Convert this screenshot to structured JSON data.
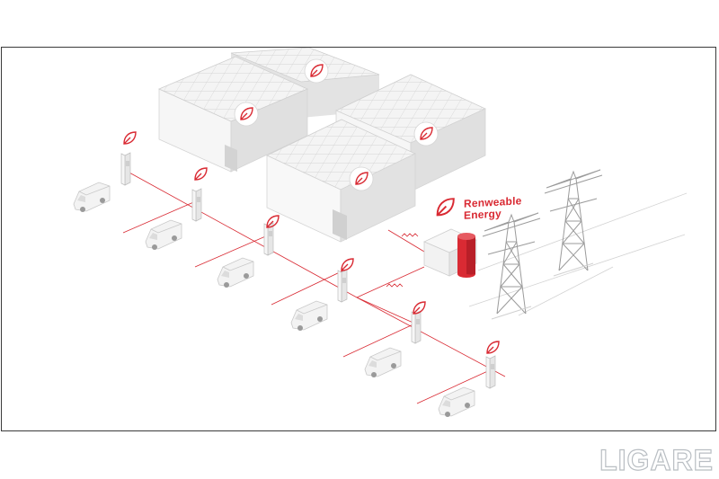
{
  "diagram": {
    "label_line1": "Renweable",
    "label_line2": "Energy",
    "accent_color": "#d92a33",
    "line_color": "#d92a33",
    "building_color": "#eeeeee",
    "icons": [
      "leaf-icon",
      "battery-storage",
      "power-tower",
      "ev-charger",
      "electric-van"
    ]
  },
  "watermark": "LIGARE"
}
